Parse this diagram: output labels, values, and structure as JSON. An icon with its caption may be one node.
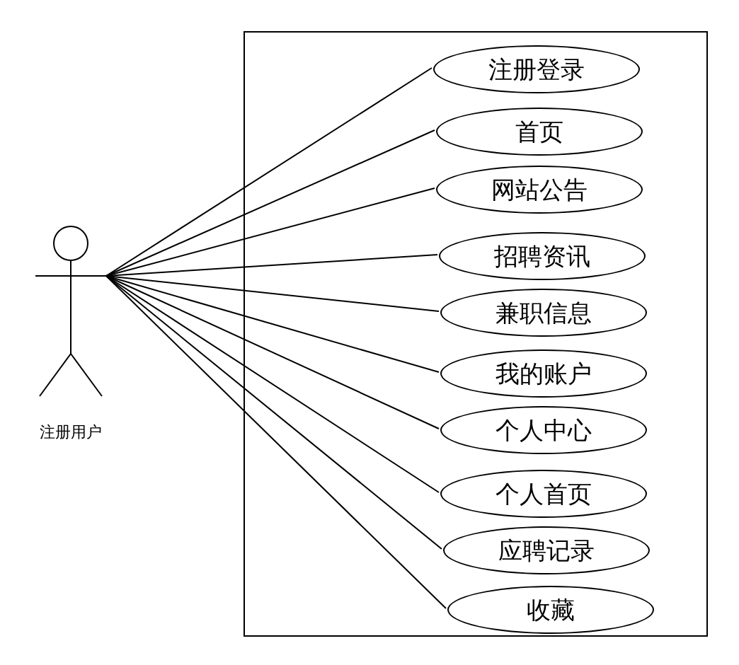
{
  "diagram": {
    "nodes": [
      {
        "text": [],
        "shape": "box"
      },
      {
        "text": [
          "注册用户"
        ]
      },
      {
        "text": [
          "注册登录"
        ],
        "in": 0
      },
      {
        "text": [
          "首页"
        ],
        "in": 0
      },
      {
        "text": [
          "网站公告"
        ],
        "in": 0
      },
      {
        "text": [
          "招聘资讯"
        ],
        "in": 0
      },
      {
        "text": [
          "兼职信息"
        ],
        "in": 0
      },
      {
        "text": [
          "我的账户"
        ],
        "in": 0
      },
      {
        "text": [
          "个人中心"
        ],
        "in": 0
      },
      {
        "text": [
          "个人首页"
        ],
        "in": 0
      },
      {
        "text": [
          "应聘记录"
        ],
        "in": 0
      },
      {
        "text": [
          "收藏"
        ],
        "in": 0
      }
    ],
    "edges": [
      {
        "from": 1,
        "to": 2,
        "arrow": "none"
      },
      {
        "from": 1,
        "to": 3,
        "arrow": "none"
      },
      {
        "from": 1,
        "to": 4,
        "arrow": "none"
      },
      {
        "from": 1,
        "to": 5,
        "arrow": "none"
      },
      {
        "from": 1,
        "to": 6,
        "arrow": "none"
      },
      {
        "from": 1,
        "to": 7,
        "arrow": "none"
      },
      {
        "from": 1,
        "to": 8,
        "arrow": "none"
      },
      {
        "from": 1,
        "to": 9,
        "arrow": "none"
      },
      {
        "from": 1,
        "to": 10,
        "arrow": "none"
      },
      {
        "from": 1,
        "to": 11,
        "arrow": "none"
      }
    ]
  }
}
